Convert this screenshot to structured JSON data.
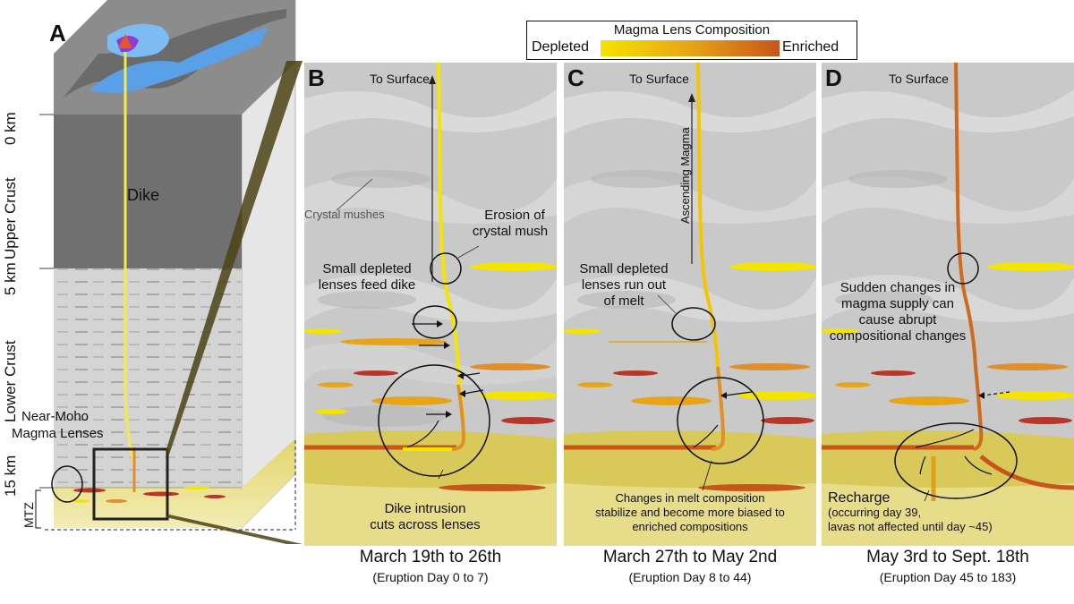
{
  "legend": {
    "title": "Magma Lens Composition",
    "left": "Depleted",
    "right": "Enriched",
    "colors": {
      "depleted": "#f5e300",
      "enriched": "#c8551a"
    }
  },
  "panel_a": {
    "letter": "A",
    "depth_0": "0 km",
    "depth_5": "5 km",
    "depth_15": "15 km",
    "upper_crust": "Upper Crust",
    "lower_crust": "Lower Crust",
    "mtz": "MTZ",
    "dike": "Dike",
    "near_moho_1": "Near-Moho",
    "near_moho_2": "Magma Lenses"
  },
  "panel_b": {
    "letter": "B",
    "to_surface": "To Surface",
    "crystal_mushes": "Crystal mushes",
    "erosion_1": "Erosion of",
    "erosion_2": "crystal mush",
    "small_feed_1": "Small depleted",
    "small_feed_2": "lenses feed dike",
    "dike_cut_1": "Dike intrusion",
    "dike_cut_2": "cuts across lenses",
    "caption": "March 19th to 26th",
    "subcaption": "(Eruption Day 0 to 7)"
  },
  "panel_c": {
    "letter": "C",
    "to_surface": "To Surface",
    "ascending": "Ascending Magma",
    "run_out_1": "Small depleted",
    "run_out_2": "lenses run out",
    "run_out_3": "of melt",
    "changes_1": "Changes in melt composition",
    "changes_2": "stabilize and become more biased to",
    "changes_3": "enriched compositions",
    "caption": "March 27th to May 2nd",
    "subcaption": "(Eruption Day 8 to 44)"
  },
  "panel_d": {
    "letter": "D",
    "to_surface": "To Surface",
    "sudden_1": "Sudden changes in",
    "sudden_2": "magma supply can",
    "sudden_3": "cause abrupt",
    "sudden_4": "compositional changes",
    "recharge": "Recharge",
    "recharge_2": "(occurring day 39,",
    "recharge_3": "lavas not affected until day ~45)",
    "caption": "May 3rd to Sept. 18th",
    "subcaption": "(Eruption Day 45 to 183)"
  },
  "colors": {
    "crust_light": "#cfcfcf",
    "upper_crust": "#6e6e6e",
    "mtz": "#cfc05a",
    "dike_yellow": "#f5e300",
    "dike_orange": "#e0902a",
    "dike_red": "#c8551a",
    "lens_red": "#b8352a"
  }
}
